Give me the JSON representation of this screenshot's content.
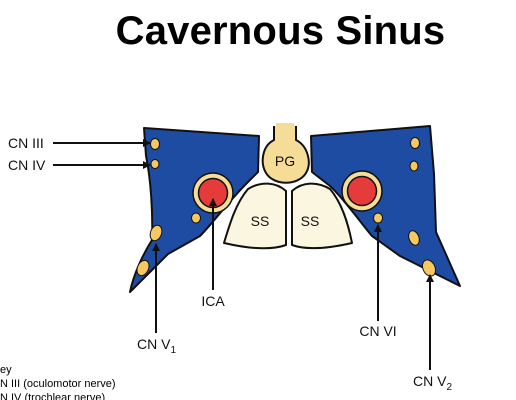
{
  "diagram": {
    "title": "Cavernous Sinus",
    "labels": {
      "cn3": "CN III",
      "cn4": "CN IV",
      "cn_v1_main": "CN V",
      "cn_v1_sub": "1",
      "ica": "ICA",
      "cn6": "CN VI",
      "cn_v2_main": "CN V",
      "cn_v2_sub": "2",
      "pg": "PG",
      "ss_left": "SS",
      "ss_right": "SS"
    },
    "key": {
      "heading": "ey",
      "line1": "N III (oculomotor nerve)",
      "line2": "N IV (trochlear nerve)"
    },
    "colors": {
      "sinus_blue": "#1F4CA3",
      "nerve_yellow": "#F7C862",
      "artery_red": "#E53B3B",
      "bone_cream": "#FBF6DF",
      "outline": "#111111"
    }
  }
}
